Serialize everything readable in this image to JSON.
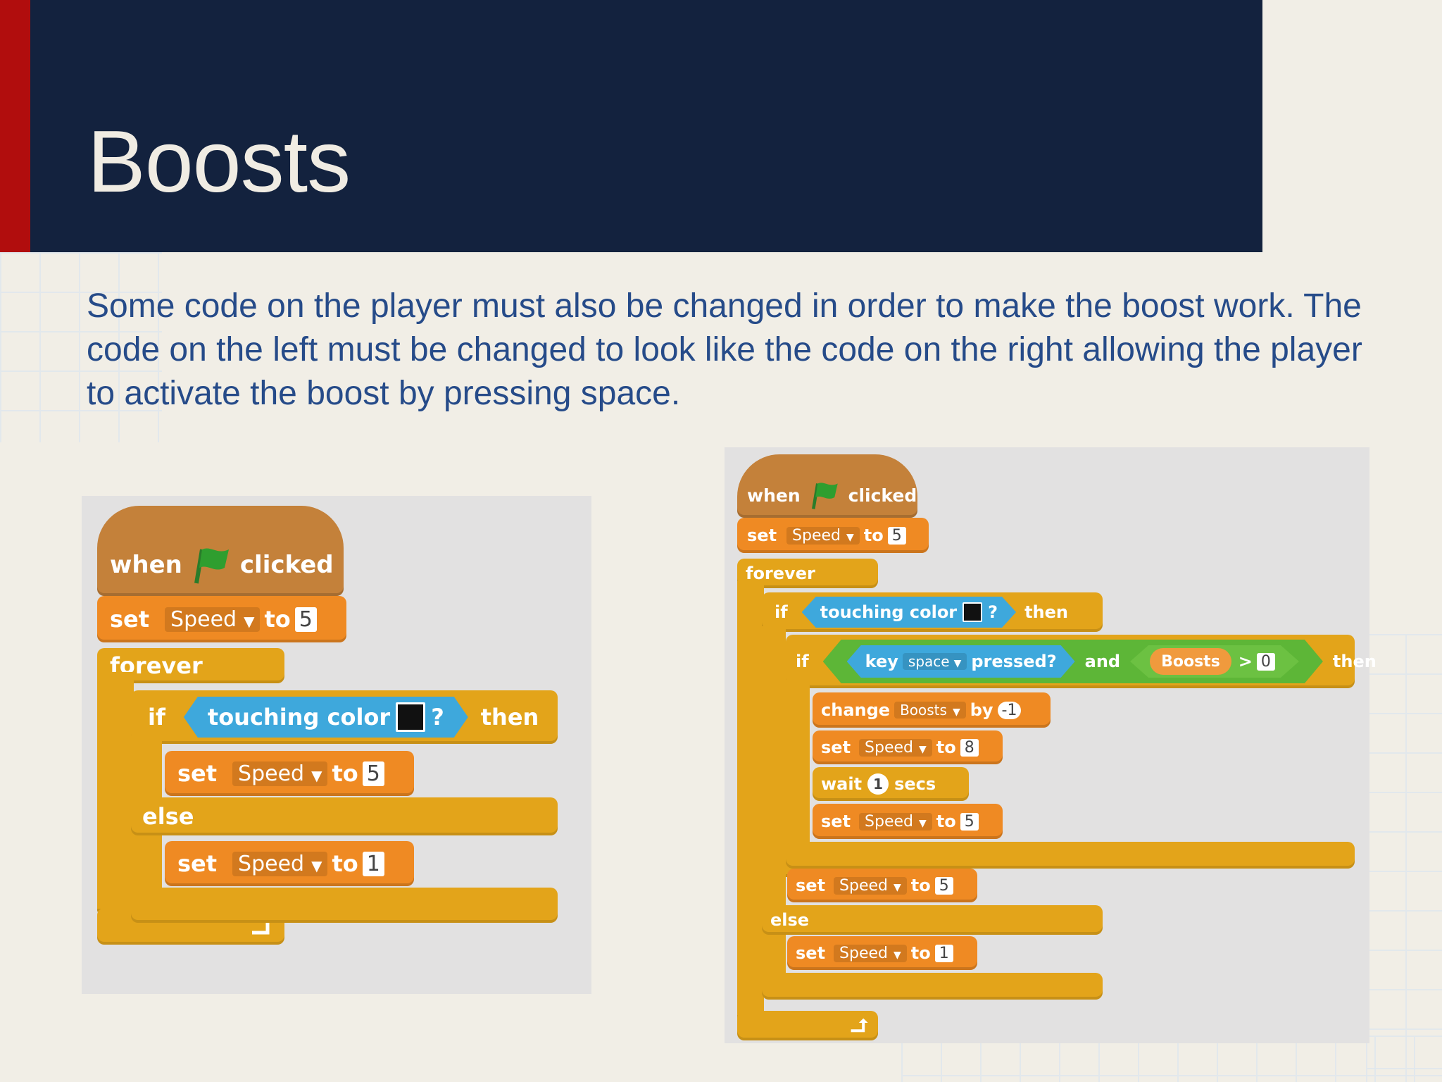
{
  "slide": {
    "title": "Boosts",
    "body": "Some code on the player must also be changed in order to make the boost work. The code on the left must be changed to look like the code on the right allowing the player to activate the boost by pressing space."
  },
  "left_script": {
    "hat": {
      "when": "when",
      "clicked": "clicked"
    },
    "set1": {
      "keyword": "set",
      "var": "Speed",
      "to": "to",
      "value": "5"
    },
    "forever": "forever",
    "if": {
      "keyword": "if",
      "touching": "touching color",
      "q": "?",
      "then": "then"
    },
    "set2": {
      "keyword": "set",
      "var": "Speed",
      "to": "to",
      "value": "5"
    },
    "else": "else",
    "set3": {
      "keyword": "set",
      "var": "Speed",
      "to": "to",
      "value": "1"
    }
  },
  "right_script": {
    "hat": {
      "when": "when",
      "clicked": "clicked"
    },
    "set1": {
      "keyword": "set",
      "var": "Speed",
      "to": "to",
      "value": "5"
    },
    "forever": "forever",
    "if1": {
      "keyword": "if",
      "touching": "touching color",
      "q": "?",
      "then": "then"
    },
    "if2": {
      "keyword": "if",
      "key": "key",
      "key_value": "space",
      "pressed": "pressed?",
      "and": "and",
      "var": "Boosts",
      "gt": ">",
      "value": "0",
      "then": "then"
    },
    "change": {
      "keyword": "change",
      "var": "Boosts",
      "by": "by",
      "value": "-1"
    },
    "set2": {
      "keyword": "set",
      "var": "Speed",
      "to": "to",
      "value": "8"
    },
    "wait": {
      "keyword": "wait",
      "value": "1",
      "secs": "secs"
    },
    "set3": {
      "keyword": "set",
      "var": "Speed",
      "to": "to",
      "value": "5"
    },
    "set4": {
      "keyword": "set",
      "var": "Speed",
      "to": "to",
      "value": "5"
    },
    "else": "else",
    "set5": {
      "keyword": "set",
      "var": "Speed",
      "to": "to",
      "value": "1"
    }
  },
  "colors": {
    "header": "#13223e",
    "accent_red": "#b10d0d",
    "body_text": "#264b89",
    "control_block": "#e3a41a",
    "event_block": "#c4813a",
    "data_block": "#ef8a23",
    "sensing_block": "#3ea8dc",
    "operator_block": "#5db637",
    "flag_green": "#2f9e2f"
  },
  "icons": [
    "green-flag-icon",
    "loop-arrow-icon",
    "dropdown-arrow-icon"
  ]
}
